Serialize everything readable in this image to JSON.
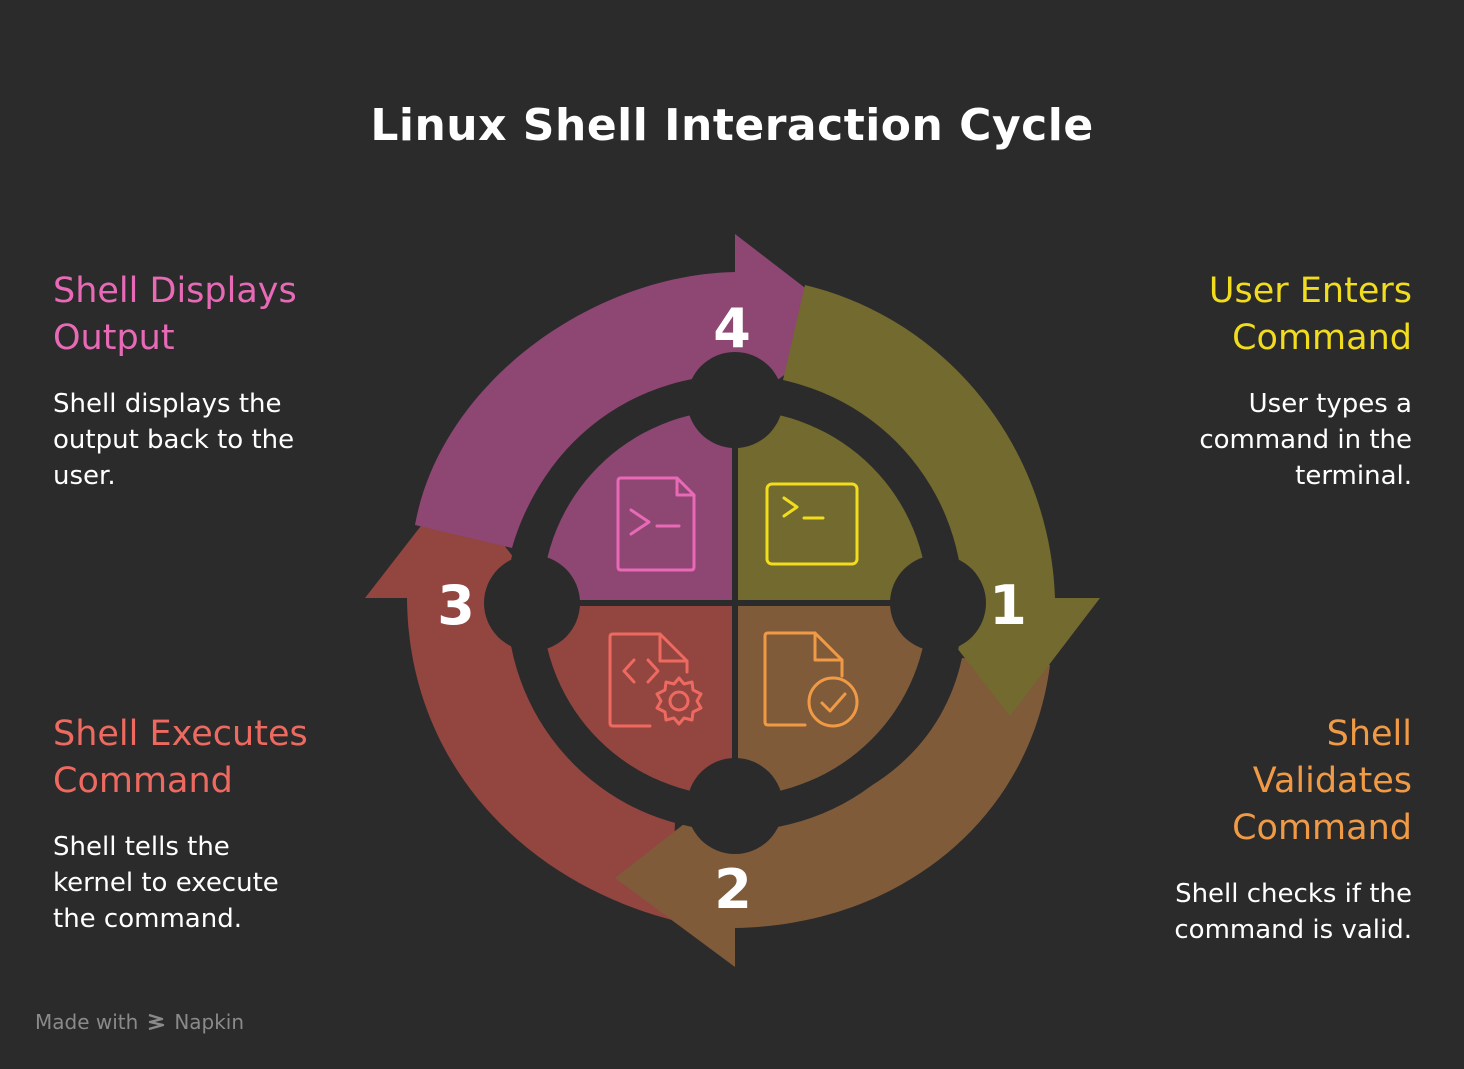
{
  "title": "Linux Shell Interaction Cycle",
  "steps": [
    {
      "number": "1",
      "title_lines": [
        "User Enters",
        "Command"
      ],
      "description_lines": [
        "User types a",
        "command in the",
        "terminal."
      ],
      "color": "#f1dc1d",
      "icon": "terminal-icon"
    },
    {
      "number": "2",
      "title_lines": [
        "Shell",
        "Validates",
        "Command"
      ],
      "description_lines": [
        "Shell checks if the",
        "command is valid."
      ],
      "color": "#f09a46",
      "icon": "file-check-icon"
    },
    {
      "number": "3",
      "title_lines": [
        "Shell Executes",
        "Command"
      ],
      "description_lines": [
        "Shell tells the",
        "kernel to execute",
        "the command."
      ],
      "color": "#ee6a60",
      "icon": "code-file-gear-icon"
    },
    {
      "number": "4",
      "title_lines": [
        "Shell Displays",
        "Output"
      ],
      "description_lines": [
        "Shell displays the",
        "output back to the",
        "user."
      ],
      "color": "#e86ab7",
      "icon": "terminal-file-icon"
    }
  ],
  "footer": {
    "prefix": "Made with",
    "brand": "Napkin"
  }
}
